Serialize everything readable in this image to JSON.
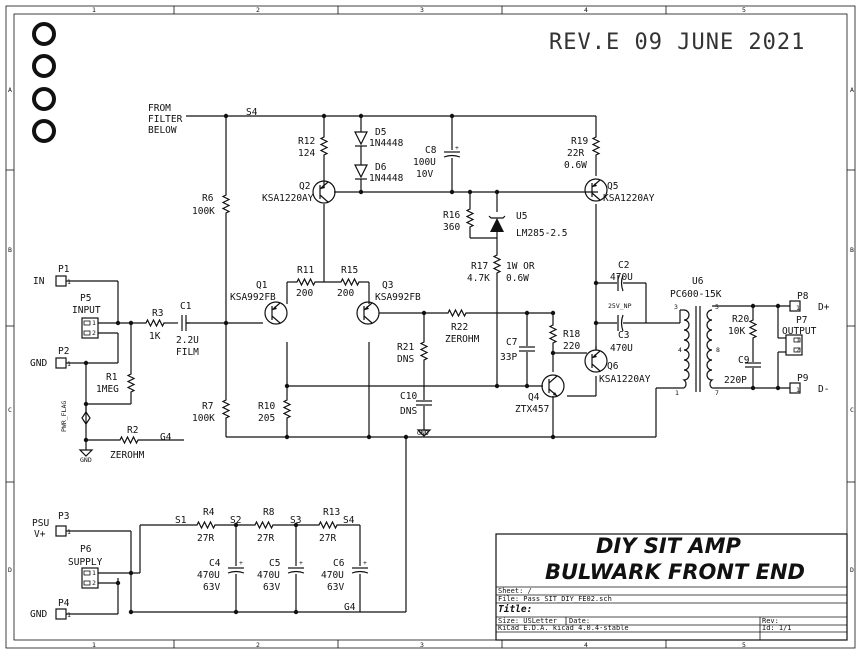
{
  "revision": "REV.E  09 JUNE 2021",
  "notes": {
    "from_filter_1": "FROM",
    "from_filter_2": "FILTER",
    "from_filter_3": "BELOW"
  },
  "border": {
    "cols": [
      "1",
      "2",
      "3",
      "4",
      "5"
    ],
    "rows": [
      "A",
      "B",
      "C",
      "D"
    ]
  },
  "nets": {
    "s1": "S1",
    "s2": "S2",
    "s3": "S3",
    "s4a": "S4",
    "s4b": "S4",
    "g4a": "G4",
    "g4b": "G4",
    "gnd1": "GND",
    "gnd2": "GND",
    "pwr_flag": "PWR_FLAG",
    "w25v": "25V_NP"
  },
  "connectors": {
    "p1": {
      "ref": "P1",
      "label": "IN",
      "pin": "1"
    },
    "p2": {
      "ref": "P2",
      "label": "GND",
      "pin": "1"
    },
    "p3": {
      "ref": "P3",
      "label1": "PSU",
      "label2": "V+",
      "pin": "1"
    },
    "p4": {
      "ref": "P4",
      "label": "GND",
      "pin": "1"
    },
    "p5": {
      "ref": "P5",
      "label": "INPUT",
      "pin1": "1",
      "pin2": "2"
    },
    "p6": {
      "ref": "P6",
      "label": "SUPPLY",
      "pin1": "1",
      "pin2": "2"
    },
    "p7": {
      "ref": "P7",
      "label": "OUTPUT",
      "pin1": "1",
      "pin2": "2"
    },
    "p8": {
      "ref": "P8",
      "label": "D+",
      "pin": "1"
    },
    "p9": {
      "ref": "P9",
      "label": "D-",
      "pin": "1"
    }
  },
  "components": {
    "r1": {
      "ref": "R1",
      "value": "1MEG"
    },
    "r2": {
      "ref": "R2",
      "value": "ZEROHM"
    },
    "r3": {
      "ref": "R3",
      "value": "1K"
    },
    "r4": {
      "ref": "R4",
      "value": "27R"
    },
    "r6": {
      "ref": "R6",
      "value": "100K"
    },
    "r7": {
      "ref": "R7",
      "value": "100K"
    },
    "r8": {
      "ref": "R8",
      "value": "27R"
    },
    "r10": {
      "ref": "R10",
      "value": "205"
    },
    "r11": {
      "ref": "R11",
      "value": "200"
    },
    "r12": {
      "ref": "R12",
      "value": "124"
    },
    "r13": {
      "ref": "R13",
      "value": "27R"
    },
    "r15": {
      "ref": "R15",
      "value": "200"
    },
    "r16": {
      "ref": "R16",
      "value": "360"
    },
    "r17": {
      "ref": "R17",
      "value": "4.7K",
      "note1": "1W OR",
      "note2": "0.6W"
    },
    "r18": {
      "ref": "R18",
      "value": "220"
    },
    "r19": {
      "ref": "R19",
      "value": "22R",
      "note": "0.6W"
    },
    "r20": {
      "ref": "R20",
      "value": "10K"
    },
    "r21": {
      "ref": "R21",
      "value": "DNS"
    },
    "r22": {
      "ref": "R22",
      "value": "ZEROHM"
    },
    "c1": {
      "ref": "C1",
      "value": "2.2U",
      "note": "FILM"
    },
    "c2": {
      "ref": "C2",
      "value": "470U"
    },
    "c3": {
      "ref": "C3",
      "value": "470U"
    },
    "c4": {
      "ref": "C4",
      "value": "470U",
      "note": "63V"
    },
    "c5": {
      "ref": "C5",
      "value": "470U",
      "note": "63V"
    },
    "c6": {
      "ref": "C6",
      "value": "470U",
      "note": "63V"
    },
    "c7": {
      "ref": "C7",
      "value": "33P"
    },
    "c8": {
      "ref": "C8",
      "value": "100U",
      "note": "10V"
    },
    "c9": {
      "ref": "C9",
      "value": "220P"
    },
    "c10": {
      "ref": "C10",
      "value": "DNS"
    },
    "d5": {
      "ref": "D5",
      "value": "1N4448"
    },
    "d6": {
      "ref": "D6",
      "value": "1N4448"
    },
    "q1": {
      "ref": "Q1",
      "value": "KSA992FB"
    },
    "q2": {
      "ref": "Q2",
      "value": "KSA1220AY"
    },
    "q3": {
      "ref": "Q3",
      "value": "KSA992FB"
    },
    "q4": {
      "ref": "Q4",
      "value": "ZTX457"
    },
    "q5": {
      "ref": "Q5",
      "value": "KSA1220AY"
    },
    "q6": {
      "ref": "Q6",
      "value": "KSA1220AY"
    },
    "u5": {
      "ref": "U5",
      "value": "LM285-2.5"
    },
    "u6": {
      "ref": "U6",
      "value": "PC600-15K",
      "pins": [
        "3",
        "1",
        "5",
        "7",
        "4",
        "8"
      ]
    }
  },
  "title_block": {
    "title1": "DIY SIT AMP",
    "title2": "BULWARK  FRONT END",
    "sheet": "Sheet: /",
    "file": "File: Pass_SIT_DIY_FE02.sch",
    "title_label": "Title:",
    "size": "Size: USLetter",
    "date": "Date:",
    "rev": "Rev:",
    "tool": "KiCad E.D.A.  kicad 4.0.4-stable",
    "id": "Id: 1/1"
  },
  "colors": {
    "ink": "#111111",
    "paper": "#ffffff"
  }
}
